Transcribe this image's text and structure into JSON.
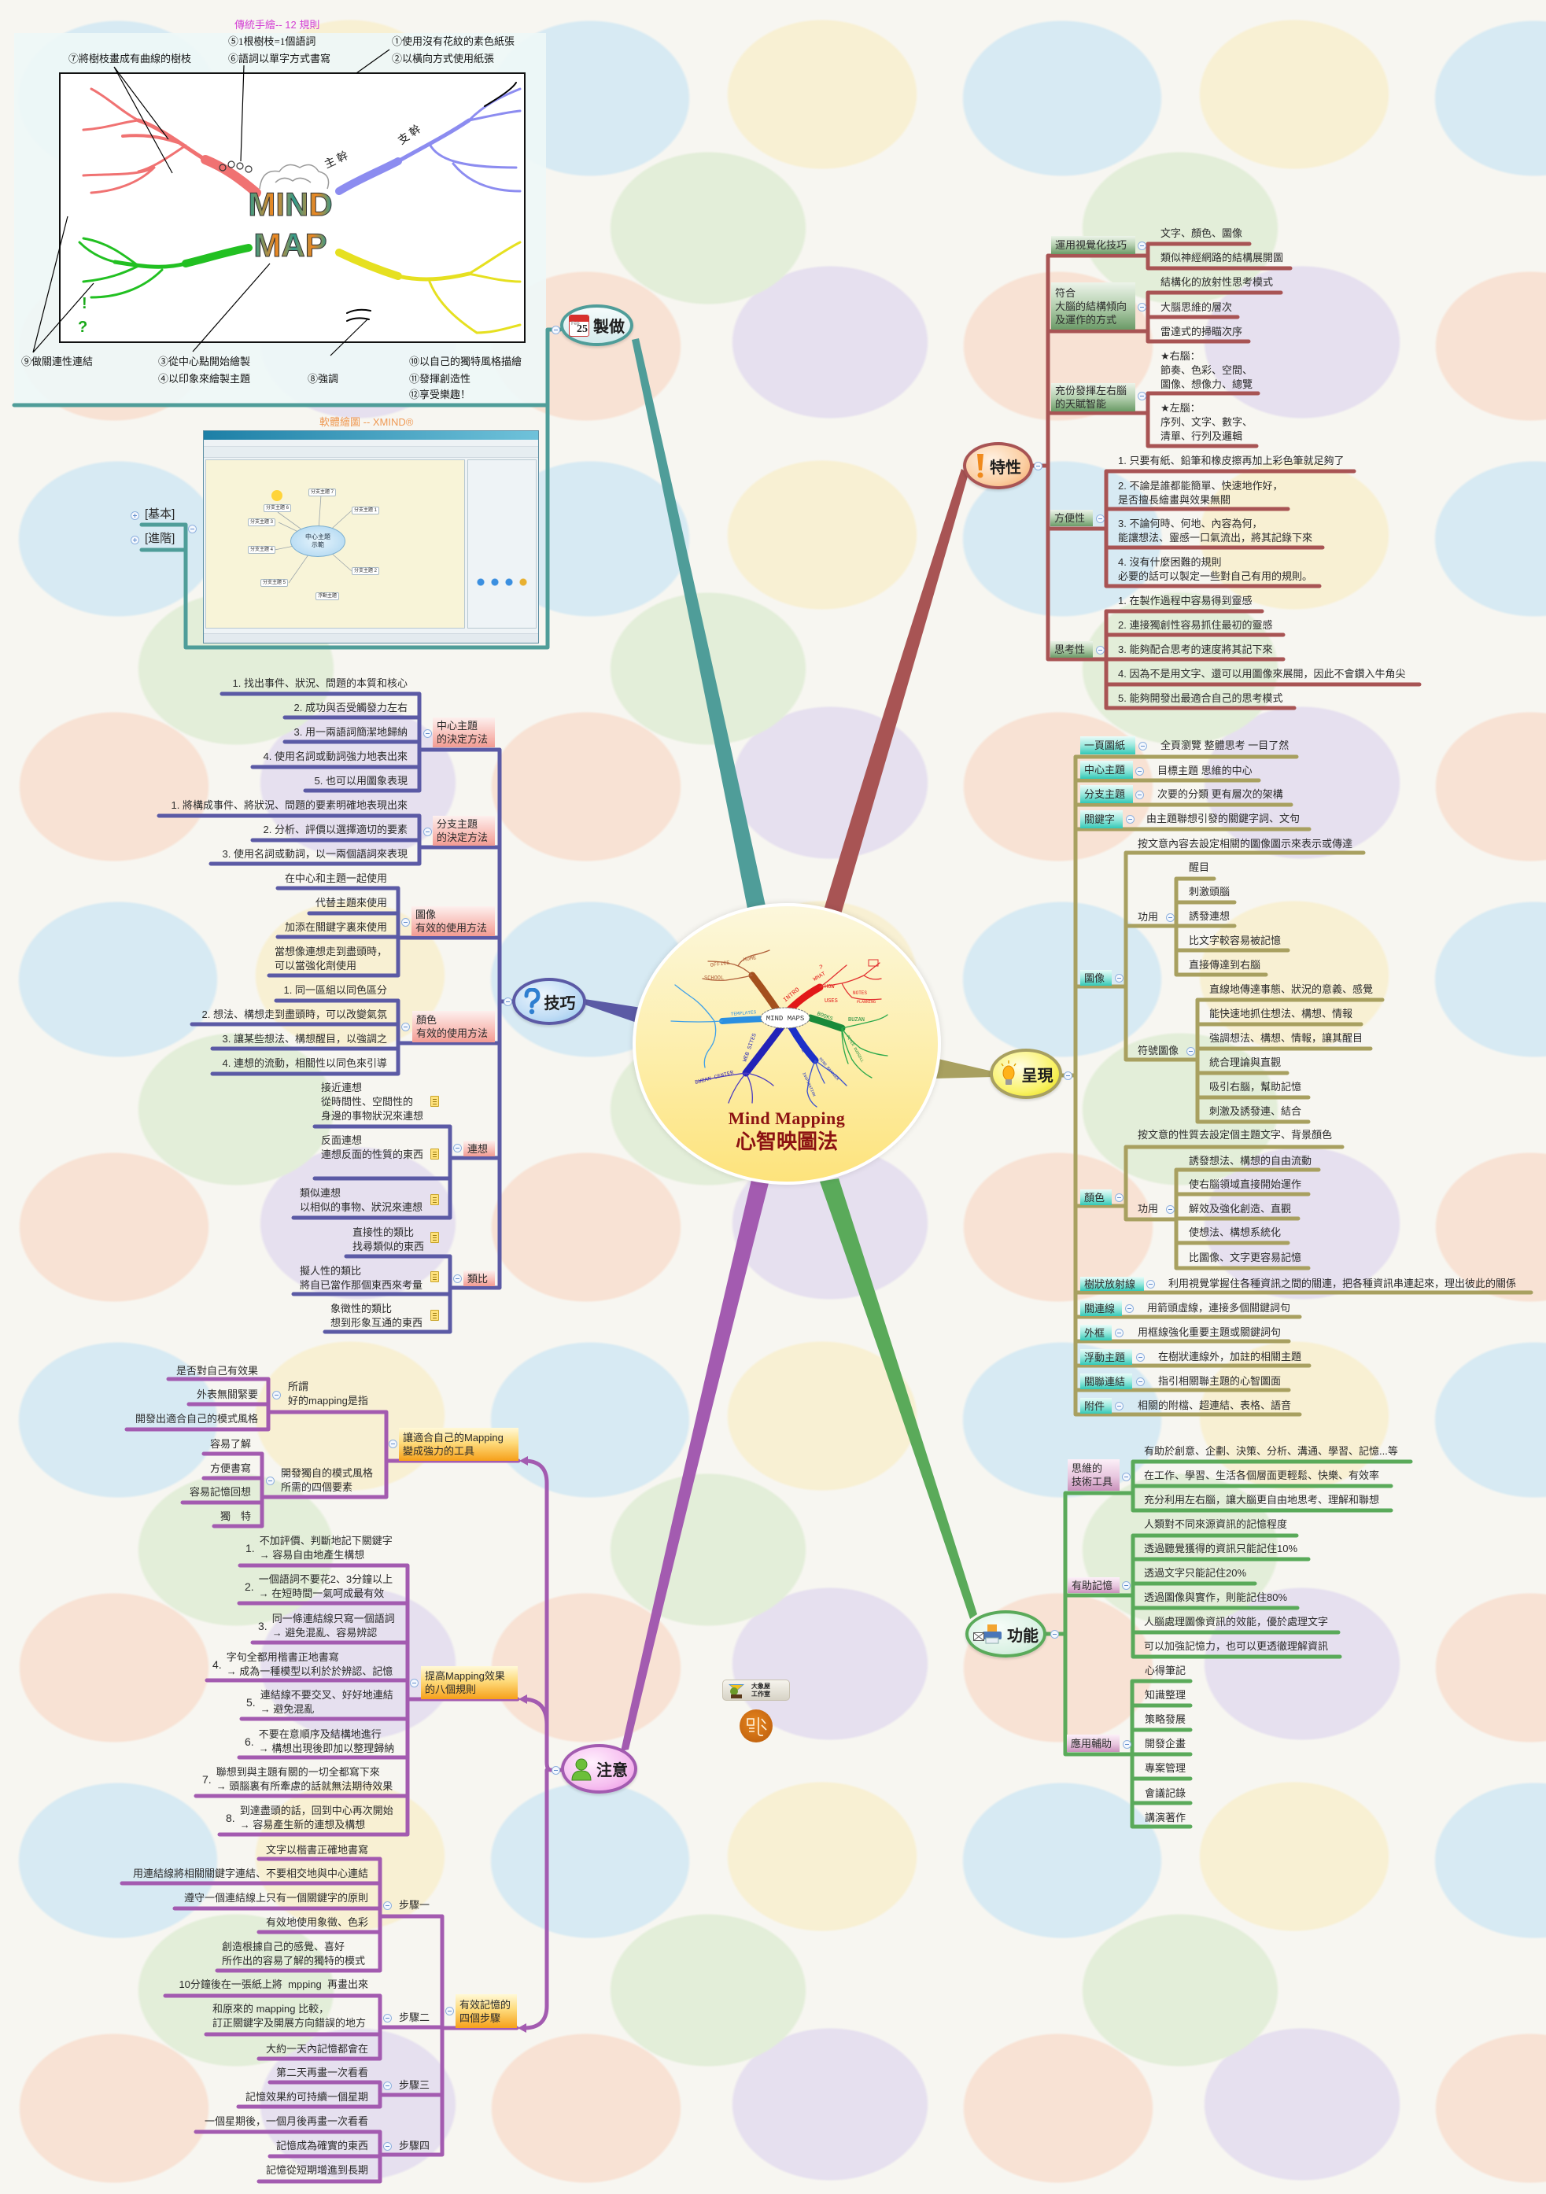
{
  "center": {
    "title_en": "Mind Mapping",
    "title_zh": "心智映圖法",
    "drawing": {
      "core": "MIND MAPS",
      "labels": [
        "TEACH",
        "OFFICE",
        "HOME",
        "SCHOOL",
        "INTRO",
        "WHAT",
        "HOW",
        "USES",
        "NOTES",
        "PLANNING",
        "TEMPLATES",
        "BOOKS",
        "BUZAN",
        "PETER RUSSELL",
        "WEB SITES",
        "BUZAN CENTER",
        "SOFTWARE",
        "MIND MANAGER",
        "INSPIRATION",
        "?"
      ]
    }
  },
  "colors": {
    "making": "#4f9d99",
    "features": "#a85454",
    "techniques": "#5b5aa5",
    "presentation": "#a8a060",
    "notes": "#a35bb0",
    "functions": "#5aaa5a",
    "title": "#8c1212"
  },
  "making": {
    "label": "製做",
    "icon": "calendar-icon",
    "calendar": {
      "month": "Feb",
      "day": "25"
    },
    "hand_drawn": {
      "title": "傳統手繪-- 12 規則",
      "center_words": [
        "MIND",
        "MAP"
      ],
      "trunk_labels": [
        "主 幹",
        "支 幹"
      ],
      "marks": [
        "!",
        "?"
      ],
      "rules": [
        "①使用沒有花紋的素色紙張",
        "②以橫向方式使用紙張",
        "③從中心點開始繪製",
        "④以印象來繪製主題",
        "⑤1根樹枝=1個語詞",
        "⑥語詞以單字方式書寫",
        "⑦將樹枝畫成有曲線的樹枝",
        "⑧強調",
        "⑨做關連性連結",
        "⑩以自己的獨特風格描繪",
        "⑪發揮創造性",
        "⑫享受樂趣！"
      ]
    },
    "software": {
      "title": "軟體繪圖 -- XMIND®",
      "central_topic": "中心主題\n示範",
      "topics": [
        "分支主題 1",
        "分支主題 2",
        "分支主題 3",
        "分支主題 4",
        "分支主題 5",
        "分支主題 6",
        "分支主題 7",
        "浮動主題"
      ],
      "children": [
        "[基本]",
        "[進階]"
      ]
    }
  },
  "features": {
    "label": "特性",
    "icon": "exclamation-icon",
    "subtopics": [
      {
        "label": "運用視覺化技巧",
        "items": [
          "文字、顏色、圖像",
          "類似神經網路的結構展開圖"
        ]
      },
      {
        "label": "符合\n大腦的結構傾向\n及運作的方式",
        "items": [
          "結構化的放射性思考模式",
          "大腦思維的層次",
          "雷達式的掃瞄次序"
        ]
      },
      {
        "label": "充份發揮左右腦\n的天賦智能",
        "items": [
          "★右腦：\n節奏、色彩、空間、\n圖像、想像力、總覽",
          "★左腦：\n序列、文字、數字、\n清單、行列及邏輯"
        ]
      },
      {
        "label": "方便性",
        "items": [
          "1. 只要有紙、鉛筆和橡皮擦再加上彩色筆就足夠了",
          "2. 不論是誰都能簡單、快速地作好，\n是否擅長繪畫與效果無關",
          "3. 不論何時、何地、內容為何，\n能讓想法、靈感一口氣流出，將其記錄下來",
          "4. 沒有什麼困難的規則\n必要的話可以製定一些對自己有用的規則。"
        ]
      },
      {
        "label": "思考性",
        "items": [
          "1. 在製作過程中容易得到靈感",
          "2. 連接獨創性容易抓住最初的靈感",
          "3. 能夠配合思考的速度將其記下來",
          "4. 因為不是用文字、還可以用圖像來展開，因此不會鑽入牛角尖",
          "5. 能夠開發出最適合自己的思考模式"
        ]
      }
    ]
  },
  "techniques": {
    "label": "技巧",
    "icon": "question-icon",
    "subtopics": [
      {
        "label": "中心主題\n的決定方法",
        "items": [
          "1. 找出事件、狀況、問題的本質和核心",
          "2. 成功與否受觸發力左右",
          "3. 用一兩語詞簡潔地歸納",
          "4. 使用名詞或動詞強力地表出來",
          "5. 也可以用圖象表現"
        ]
      },
      {
        "label": "分支主題\n的決定方法",
        "items": [
          "1. 將構成事件、將狀況、問題的要素明確地表現出來",
          "2. 分析、評價以選擇適切的要素",
          "3. 使用名詞或動詞，以一兩個語詞來表現"
        ]
      },
      {
        "label": "圖像\n有效的使用方法",
        "items": [
          "在中心和主題一起使用",
          "代替主題來使用",
          "加添在關鍵字裏來使用",
          "當想像連想走到盡頭時，\n可以當強化劑使用"
        ]
      },
      {
        "label": "顏色\n有效的使用方法",
        "items": [
          "1. 同一區組以同色區分",
          "2. 想法、構想走到盡頭時，可以改變氣氛",
          "3. 讓某些想法、構想醒目，以強調之",
          "4. 連想的流動，相關性以同色來引導"
        ]
      },
      {
        "label": "連想",
        "items": [
          "接近連想\n從時間性、空間性的\n身邊的事物狀況來連想",
          "反面連想\n連想反面的性質的東西",
          "類似連想\n以相似的事物、狀況來連想"
        ]
      },
      {
        "label": "類比",
        "items": [
          "直接性的類比\n找尋類似的東西",
          "擬人性的類比\n將自已當作那個東西來考量",
          "象徵性的類比\n想到形象互通的東西"
        ]
      }
    ]
  },
  "presentation": {
    "label": "呈現",
    "icon": "lightbulb-icon",
    "subtopics": [
      {
        "label": "一頁圖紙",
        "text": "全頁瀏覽 整體思考 一目了然"
      },
      {
        "label": "中心主題",
        "text": "目標主題 思維的中心"
      },
      {
        "label": "分支主題",
        "text": "次要的分類 更有層次的架構"
      },
      {
        "label": "關鍵字",
        "text": "由主題聯想引發的關鍵字詞、文句"
      },
      {
        "label": "圖像",
        "desc": "按文意內容去設定相關的圖像圖示來表示或傳達",
        "groups": [
          {
            "label": "功用",
            "items": [
              "醒目",
              "刺激頭腦",
              "誘發連想",
              "比文字較容易被記憶",
              "直接傳達到右腦"
            ]
          },
          {
            "label": "符號圖像",
            "items": [
              "直線地傳達事態、狀況的意義、感覺",
              "能快速地抓住想法、構想、情報",
              "強調想法、構想、情報，讓其醒目",
              "統合理論與直觀",
              "吸引右腦，幫助記憶",
              "刺激及誘發連、結合"
            ]
          }
        ]
      },
      {
        "label": "顏色",
        "desc": "按文意的性質去設定個主題文字、背景顏色",
        "groups": [
          {
            "label": "功用",
            "items": [
              "誘發想法、構想的自由流動",
              "使右腦領域直接開始運作",
              "解效及強化創造、直觀",
              "使想法、構想系統化",
              "比圖像、文字更容易記憶"
            ]
          }
        ]
      },
      {
        "label": "樹狀放射線",
        "text": "利用視覺掌握住各種資訊之間的關連，把各種資訊串連起來，理出彼此的關係"
      },
      {
        "label": "關連線",
        "text": "用箭頭虛線，連接多個關鍵詞句"
      },
      {
        "label": "外框",
        "text": "用框線強化重要主題或關鍵詞句"
      },
      {
        "label": "浮動主題",
        "text": "在樹狀連線外，加註的相關主題"
      },
      {
        "label": "關聯連結",
        "text": "指引相關聯主題的心智圖面"
      },
      {
        "label": "附件",
        "text": "相關的附檔、超連結、表格、語音"
      }
    ]
  },
  "notes": {
    "label": "注意",
    "icon": "person-icon",
    "subtopics": [
      {
        "label": "讓適合自己的Mapping\n變成強力的工具",
        "groups": [
          {
            "label": "所謂\n好的mapping是指",
            "items": [
              "是否對自己有效果",
              "外表無關緊要",
              "開發出適合自己的模式風格"
            ]
          },
          {
            "label": "開發獨自的模式風格\n所需的四個要素",
            "items": [
              "容易了解",
              "方便書寫",
              "容易記憶回想",
              "獨　特"
            ]
          }
        ]
      },
      {
        "label": "提高Mapping效果\n的八個規則",
        "rules": [
          {
            "num": "1.",
            "text": "不加評價、判斷地記下關鍵字\n→ 容易自由地產生構想"
          },
          {
            "num": "2.",
            "text": "一個語詞不要花2、3分鐘以上\n→ 在短時間一氣呵成最有效"
          },
          {
            "num": "3.",
            "text": "同一條連結線只寫一個語詞\n→ 避免混亂、容易辨認"
          },
          {
            "num": "4.",
            "text": "字句全都用楷書正地書寫\n→ 成為一種模型以利於於辨認、記憶"
          },
          {
            "num": "5.",
            "text": "連結線不要交叉、好好地連結\n→ 避免混亂"
          },
          {
            "num": "6.",
            "text": "不要在意順序及結構地進行\n→ 構想出現後即加以整理歸納"
          },
          {
            "num": "7.",
            "text": "聯想到與主題有關的一切全都寫下來\n→ 頭腦裏有所牽慮的話就無法期待效果"
          },
          {
            "num": "8.",
            "text": "到達盡頭的話，回到中心再次開始\n→ 容易產生新的連想及構想"
          }
        ]
      },
      {
        "label": "有效記憶的\n四個步驟",
        "steps": [
          {
            "label": "步驟一",
            "items": [
              "文字以楷書正確地書寫",
              "用連結線將相關關鍵字連結、不要相交地與中心連結",
              "遵守一個連結線上只有一個關鍵字的原則",
              "有效地使用象徵、色彩",
              "創造根據自己的感覺、喜好\n所作出的容易了解的獨特的模式"
            ]
          },
          {
            "label": "步驟二",
            "items": [
              "10分鐘後在一張紙上將  mpping  再畫出來",
              "和原來的 mapping 比較，\n訂正關鍵字及開展方向錯誤的地方",
              "大約一天內記憶都會在"
            ]
          },
          {
            "label": "步驟三",
            "items": [
              "第二天再畫一次看看",
              "記憶效果約可持續一個星期"
            ]
          },
          {
            "label": "步驟四",
            "items": [
              "一個星期後，一個月後再畫一次看看",
              "記憶成為確實的東西",
              "記憶從短期增進到長期"
            ]
          }
        ]
      }
    ]
  },
  "functions": {
    "label": "功能",
    "icon": "printer-icon",
    "subtopics": [
      {
        "label": "思維的\n技術工具",
        "items": [
          "有助於創意、企劃、決策、分析、溝通、學習、記憶...等",
          "在工作、學習、生活各個層面更輕鬆、快樂、有效率",
          "充分利用左右腦，讓大腦更自由地思考、理解和聯想"
        ]
      },
      {
        "label": "有助記憶",
        "items": [
          "人類對不同來源資訊的記憶程度",
          "透過聽覺獲得的資訊只能記住10%",
          "透過文字只能記住20%",
          "透過圖像與實作，則能記住80%",
          "人腦處理圖像資訊的效能，優於處理文字",
          "可以加強記憶力，也可以更透徹理解資訊"
        ]
      },
      {
        "label": "應用輔助",
        "items": [
          "心得筆記",
          "知識整理",
          "策略發展",
          "開發企畫",
          "專案管理",
          "會議記錄",
          "講演著作"
        ]
      }
    ]
  },
  "logo": {
    "name": "大象屋\n工作室"
  }
}
